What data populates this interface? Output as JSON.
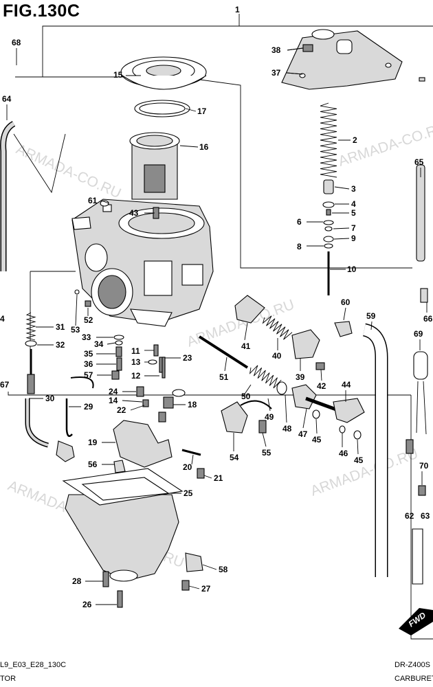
{
  "header": {
    "figure_title": "FIG.130C"
  },
  "footer": {
    "code": "L9_E03_E28_130C",
    "section_left": "TOR",
    "model": "DR-Z400S",
    "section_right": "CARBURET"
  },
  "watermark": "ARMADA-CO.RU",
  "fwd_label": "FWD",
  "callouts": {
    "c1": "1",
    "c2": "2",
    "c3": "3",
    "c4": "4",
    "c5": "5",
    "c6": "6",
    "c7": "7",
    "c8": "8",
    "c9": "9",
    "c10": "10",
    "c11": "11",
    "c12": "12",
    "c13": "13",
    "c14": "14",
    "c15": "15",
    "c16": "16",
    "c17": "17",
    "c18": "18",
    "c19": "19",
    "c20": "20",
    "c21": "21",
    "c22": "22",
    "c23": "23",
    "c24": "24",
    "c25": "25",
    "c26": "26",
    "c27": "27",
    "c28": "28",
    "c29": "29",
    "c30": "30",
    "c31": "31",
    "c32": "32",
    "c33": "33",
    "c34": "34",
    "c35": "35",
    "c36": "36",
    "c37": "37",
    "c38": "38",
    "c39": "39",
    "c40": "40",
    "c41": "41",
    "c42": "42",
    "c43": "43",
    "c44": "44",
    "c45a": "45",
    "c45b": "45",
    "c46": "46",
    "c47": "47",
    "c48": "48",
    "c49": "49",
    "c50": "50",
    "c51": "51",
    "c52": "52",
    "c53": "53",
    "c54": "54",
    "c55": "55",
    "c56": "56",
    "c57": "57",
    "c58": "58",
    "c59": "59",
    "c60": "60",
    "c61": "61",
    "c62": "62",
    "c63": "63",
    "c64": "64",
    "c65": "65",
    "c66": "66",
    "c67": "67",
    "c68": "68",
    "c69": "69",
    "c70": "70",
    "c4b": "4"
  }
}
